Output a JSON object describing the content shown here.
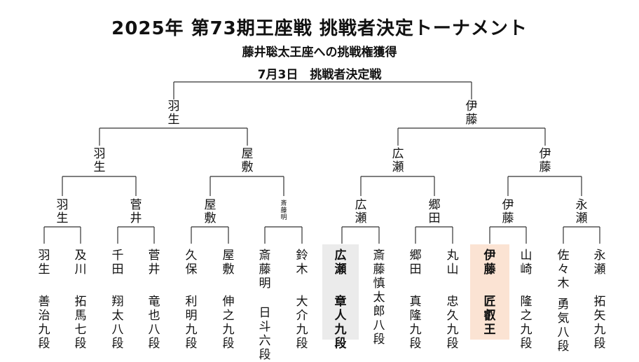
{
  "header": {
    "title": "2025年 第73期王座戦 挑戦者決定トーナメント",
    "subtitle": "藤井聡太王座への挑戦権獲得",
    "final_label": "7月3日　挑戦者決定戦"
  },
  "colors": {
    "highlight_gray": "#ebebeb",
    "highlight_orange": "#fbe3d3",
    "line": "#333333"
  },
  "players": [
    {
      "name": "羽生",
      "rank": "善治九段"
    },
    {
      "name": "及川",
      "rank": "拓馬七段"
    },
    {
      "name": "千田",
      "rank": "翔太八段"
    },
    {
      "name": "菅井",
      "rank": "竜也八段"
    },
    {
      "name": "久保",
      "rank": "利明九段"
    },
    {
      "name": "屋敷",
      "rank": "伸之九段"
    },
    {
      "name": "斎藤明",
      "rank": "日斗六段"
    },
    {
      "name": "鈴木",
      "rank": "大介九段"
    },
    {
      "name": "広瀬",
      "rank": "章人九段"
    },
    {
      "name": "斎藤慎",
      "rank": "太郎八段"
    },
    {
      "name": "郷田",
      "rank": "真隆九段"
    },
    {
      "name": "丸山",
      "rank": "忠久九段"
    },
    {
      "name": "伊藤",
      "rank": "匠叡王"
    },
    {
      "name": "山崎",
      "rank": "隆之九段"
    },
    {
      "name": "佐々木",
      "rank": "勇気八段"
    },
    {
      "name": "永瀬",
      "rank": "拓矢九段"
    }
  ],
  "round1_winners": [
    "羽生",
    "菅井",
    "屋敷",
    "斎藤明",
    "広瀬",
    "郷田",
    "伊藤",
    "永瀬"
  ],
  "round2_winners": [
    "羽生",
    "屋敷",
    "広瀬",
    "伊藤"
  ],
  "semifinal_winners": [
    "羽生",
    "伊藤"
  ]
}
